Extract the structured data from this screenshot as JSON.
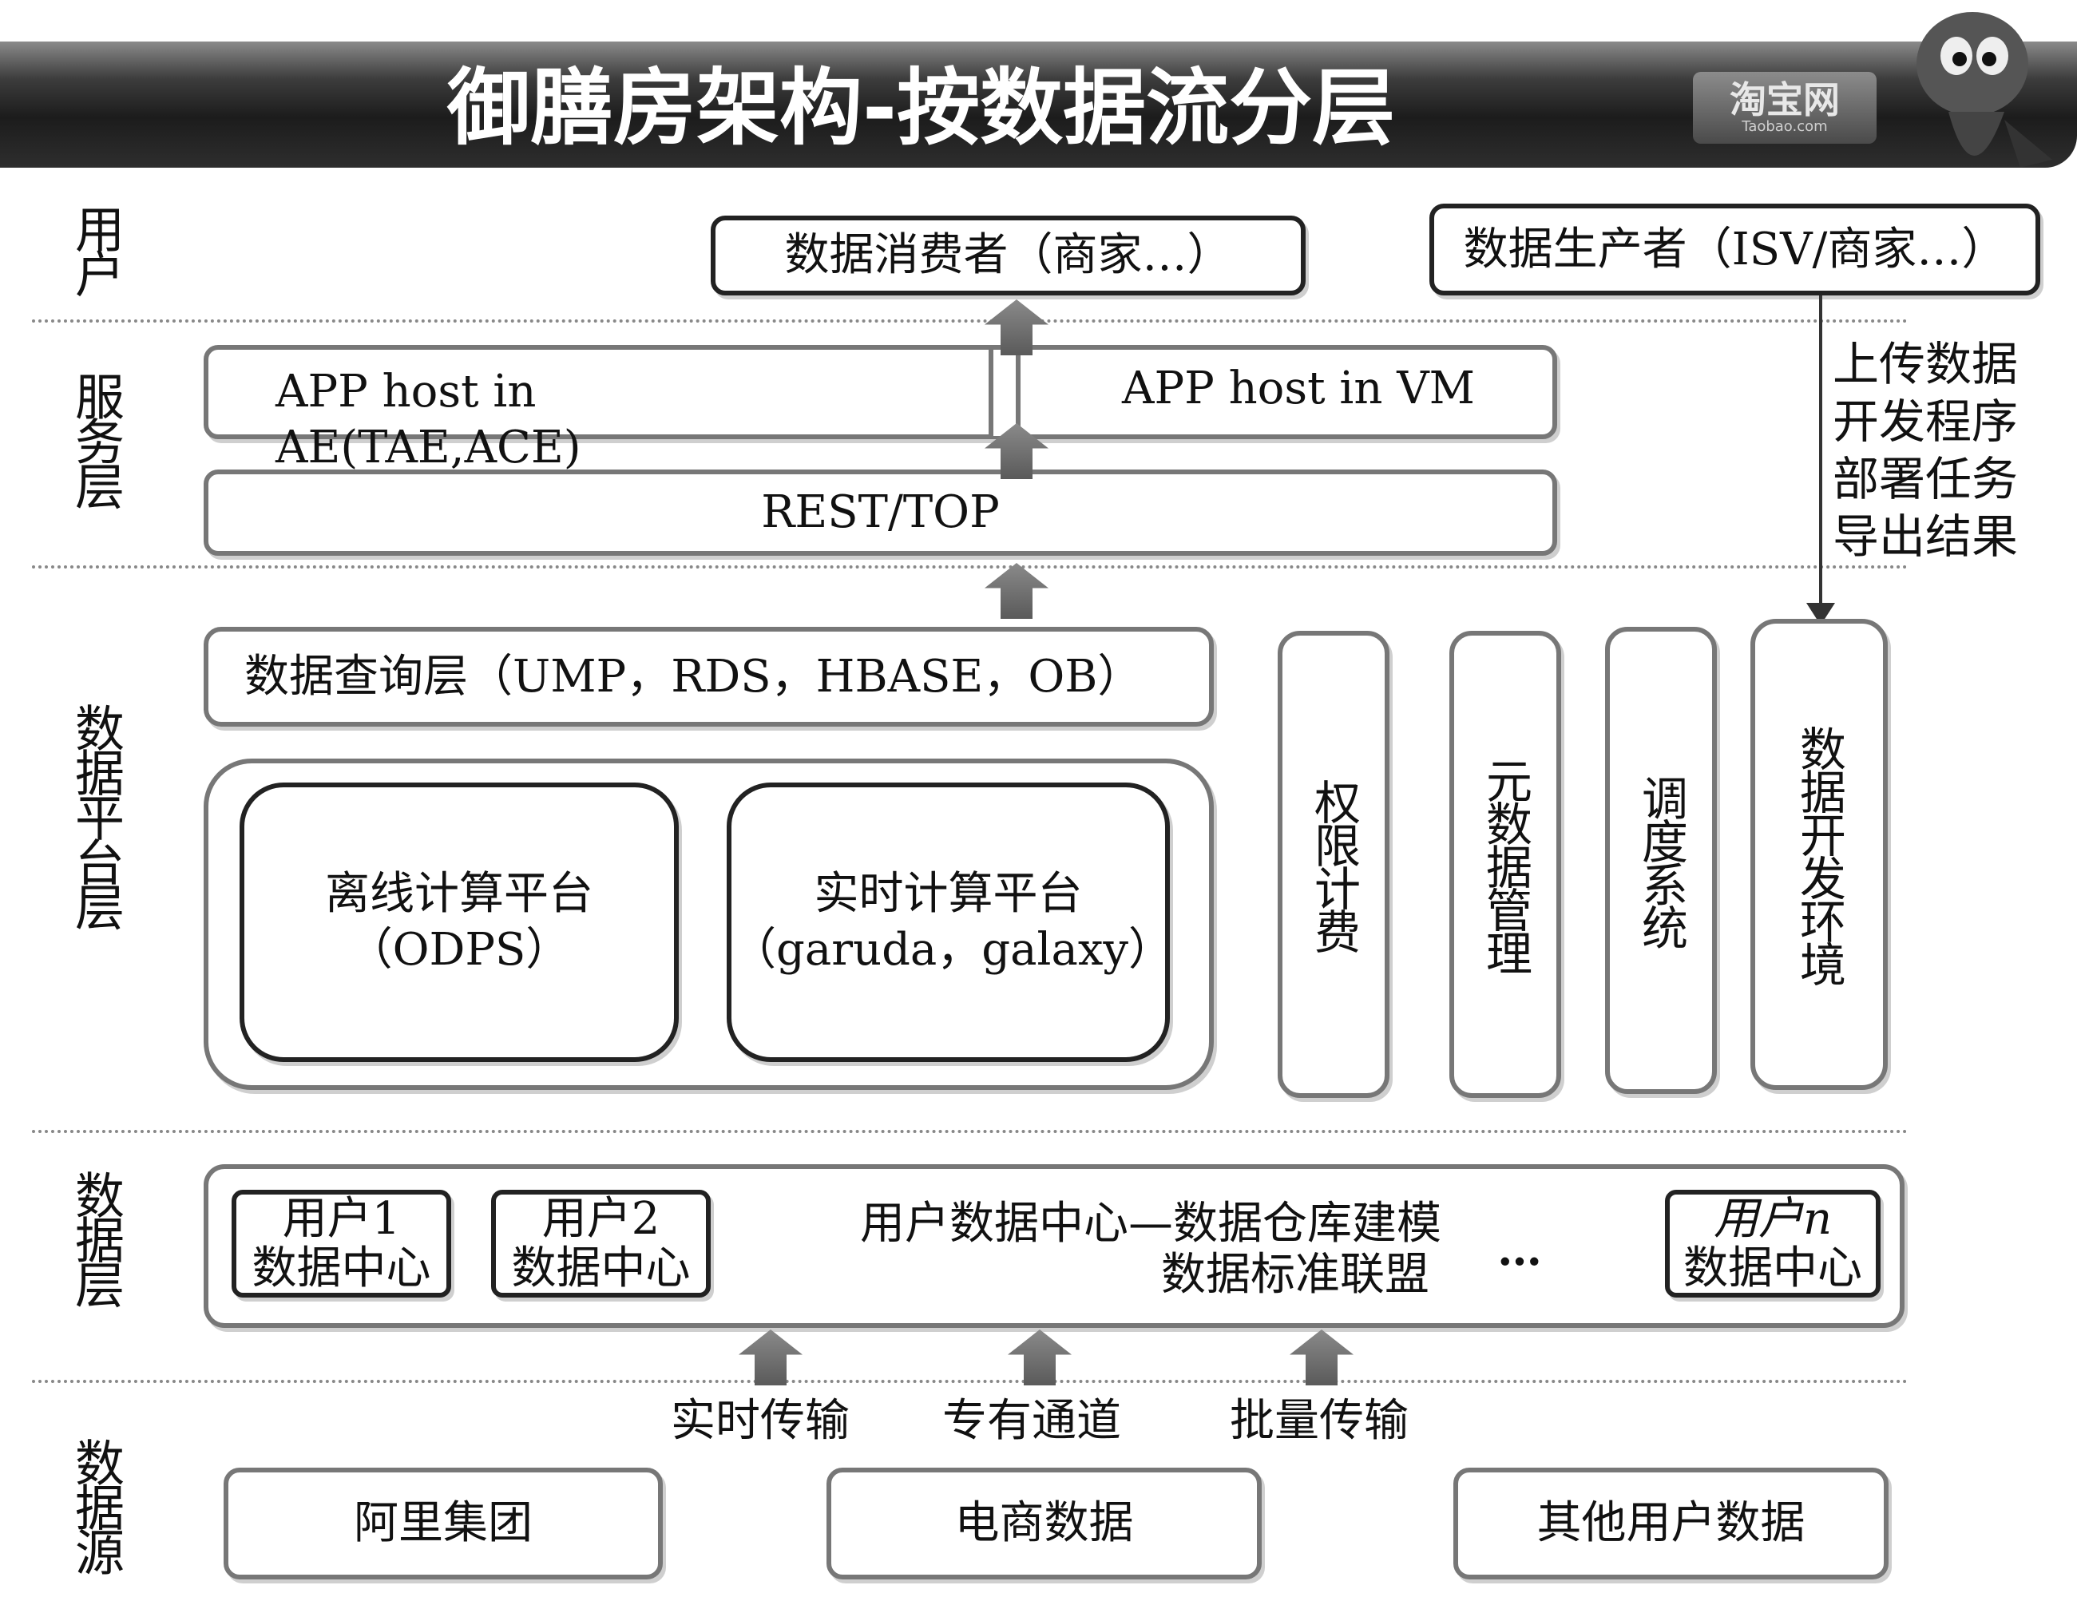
{
  "header": {
    "title": "御膳房架构-按数据流分层",
    "logo_text": "淘宝网",
    "logo_sub": "Taobao.com"
  },
  "layers": {
    "user": "用户",
    "service": "服务层",
    "platform": "数据平台层",
    "data": "数据层",
    "source": "数据源"
  },
  "user_layer": {
    "consumer": "数据消费者（商家…）",
    "producer": "数据生产者（ISV/商家…）",
    "producer_actions": [
      "上传数据",
      "开发程序",
      "部署任务",
      "导出结果"
    ]
  },
  "service_layer": {
    "app_ae": "APP host in AE(TAE,ACE)",
    "app_vm": "APP host in VM",
    "rest": "REST/TOP"
  },
  "platform_layer": {
    "query": "数据查询层（UMP，RDS，HBASE，OB）",
    "offline_title": "离线计算平台",
    "offline_sub": "（ODPS）",
    "realtime_title": "实时计算平台",
    "realtime_sub": "（garuda，galaxy）",
    "side_modules": [
      "权限计费",
      "元数据管理",
      "调度系统",
      "数据开发环境"
    ]
  },
  "data_layer": {
    "user1": [
      "用户1",
      "数据中心"
    ],
    "user2": [
      "用户2",
      "数据中心"
    ],
    "center_line1": "用户数据中心—数据仓库建模",
    "center_line2": "数据标准联盟",
    "ellipsis": "…",
    "usern": [
      "用户n",
      "数据中心"
    ]
  },
  "transport": [
    "实时传输",
    "专有通道",
    "批量传输"
  ],
  "sources": [
    "阿里集团",
    "电商数据",
    "其他用户数据"
  ],
  "colors": {
    "banner": "#1c1c1c",
    "border": "#777777",
    "arrow": "#6a6a6a"
  }
}
